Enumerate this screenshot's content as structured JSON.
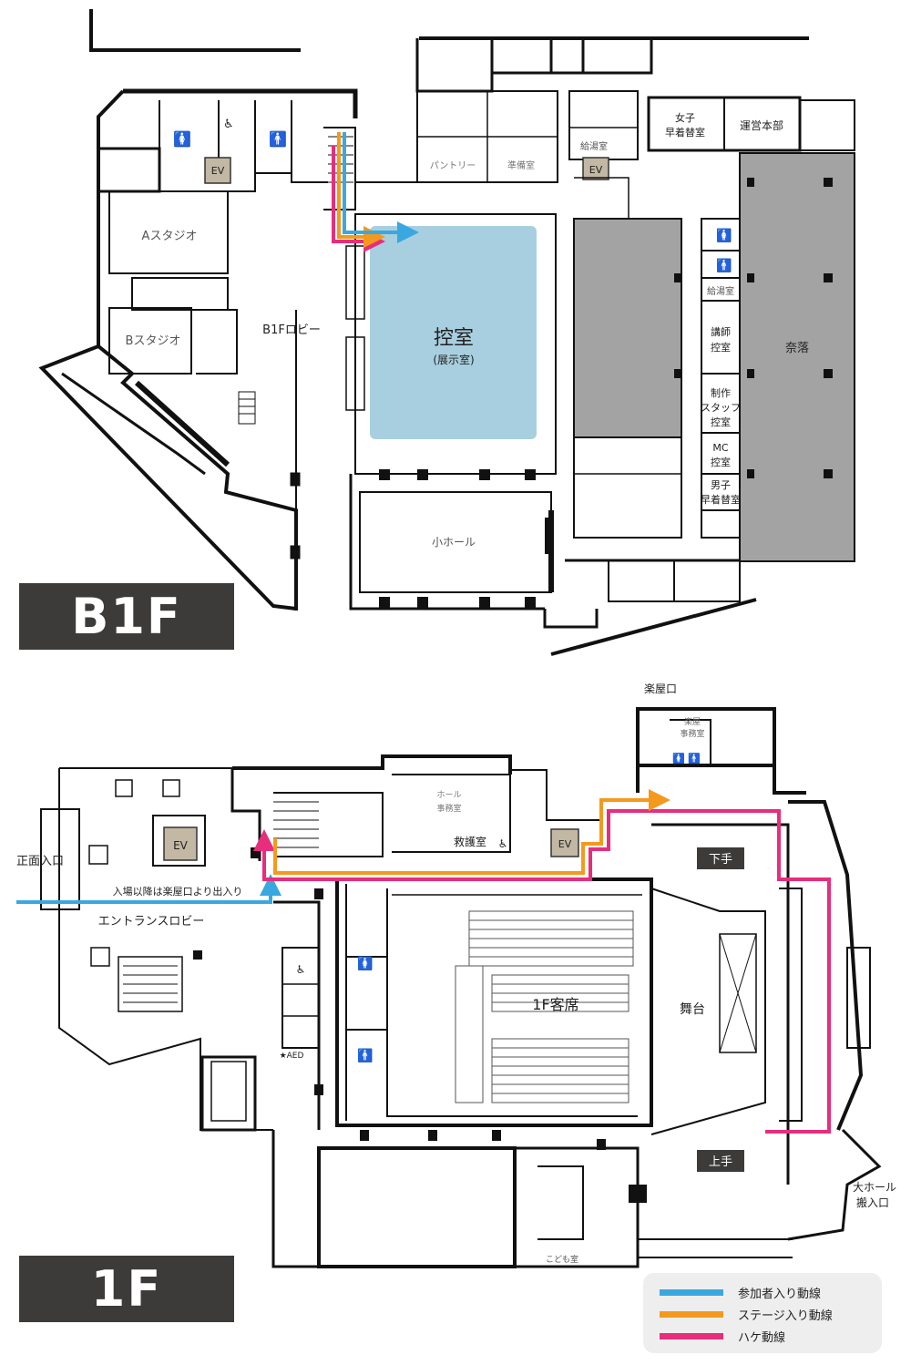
{
  "floors": {
    "b1": {
      "badge": "B1F",
      "rooms": {
        "a_studio": "Aスタジオ",
        "b_studio": "Bスタジオ",
        "lobby": "B1Fロビー",
        "hikaeshitsu": "控室",
        "hikaeshitsu_sub": "(展示室)",
        "small_hall": "小ホール",
        "pantry": "パントリー",
        "junbishitsu": "準備室",
        "kyutoshitsu": "給湯室",
        "kyutoshitsu2": "給湯室",
        "female_dressing_1": "女子",
        "female_dressing_2": "早着替室",
        "operations_hq": "運営本部",
        "naraku": "奈落",
        "instructor_1": "講師",
        "instructor_2": "控室",
        "staff_1": "制作",
        "staff_2": "スタッフ",
        "staff_3": "控室",
        "mc_1": "MC",
        "mc_2": "控室",
        "male_dressing_1": "男子",
        "male_dressing_2": "早着替室",
        "ev": "EV"
      }
    },
    "f1": {
      "badge": "1F",
      "rooms": {
        "gakuyaguchi": "楽屋口",
        "gakuya_office_1": "楽屋",
        "gakuya_office_2": "事務室",
        "hall_office_1": "ホール",
        "hall_office_2": "事務室",
        "first_aid": "救護室",
        "ev_lobby": "EV",
        "ev_stage": "EV",
        "main_entrance": "正面入口",
        "entry_note": "入場以降は楽屋口より出入り",
        "entrance_lobby": "エントランスロビー",
        "seats": "1F客席",
        "stage": "舞台",
        "shimote": "下手",
        "kamite": "上手",
        "aed": "★AED",
        "kids_room": "こども室",
        "loading_1": "大ホール",
        "loading_2": "搬入口"
      }
    }
  },
  "legend": [
    {
      "label": "参加者入り動線",
      "color": "#3aa8e0"
    },
    {
      "label": "ステージ入り動線",
      "color": "#f39a1e"
    },
    {
      "label": "ハケ動線",
      "color": "#e62e7d"
    }
  ],
  "colors": {
    "participant": "#3aa8e0",
    "stage_entry": "#f39a1e",
    "exit": "#e62e7d",
    "hikaeshitsu_fill": "#a8cfe0",
    "naraku_fill": "#a3a3a3",
    "badge_bg": "#3d3b3a",
    "ev_fill": "#c2b8a3"
  }
}
